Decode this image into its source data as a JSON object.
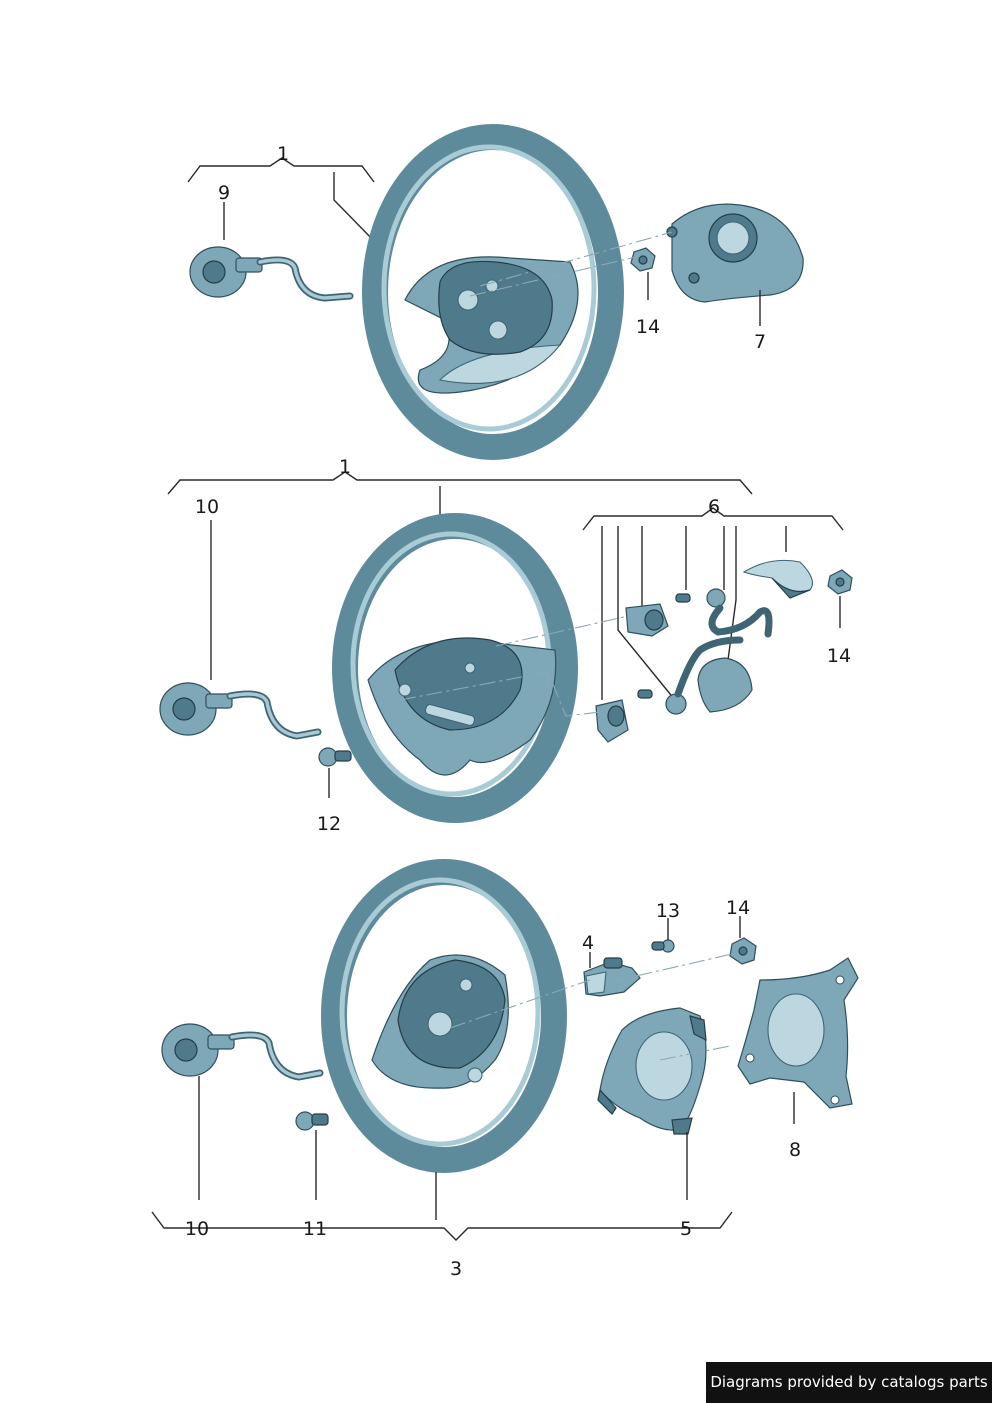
{
  "callouts": {
    "c1_top": "1",
    "c9": "9",
    "c14_top": "14",
    "c7": "7",
    "c1_mid": "1",
    "c10_mid": "10",
    "c6": "6",
    "c14_mid": "14",
    "c12": "12",
    "c13": "13",
    "c14_bot": "14",
    "c4": "4",
    "c8": "8",
    "c10_bot": "10",
    "c11": "11",
    "c5": "5",
    "c3": "3"
  },
  "footer": {
    "text": "Diagrams provided by catalogs parts"
  },
  "colors": {
    "rim": "#5e8b9c",
    "part": "#7ea8b7",
    "part_dark": "#4f7a8b",
    "part_light": "#bcd7e0",
    "line": "#2a2a2a",
    "footer_bg": "#111111"
  }
}
